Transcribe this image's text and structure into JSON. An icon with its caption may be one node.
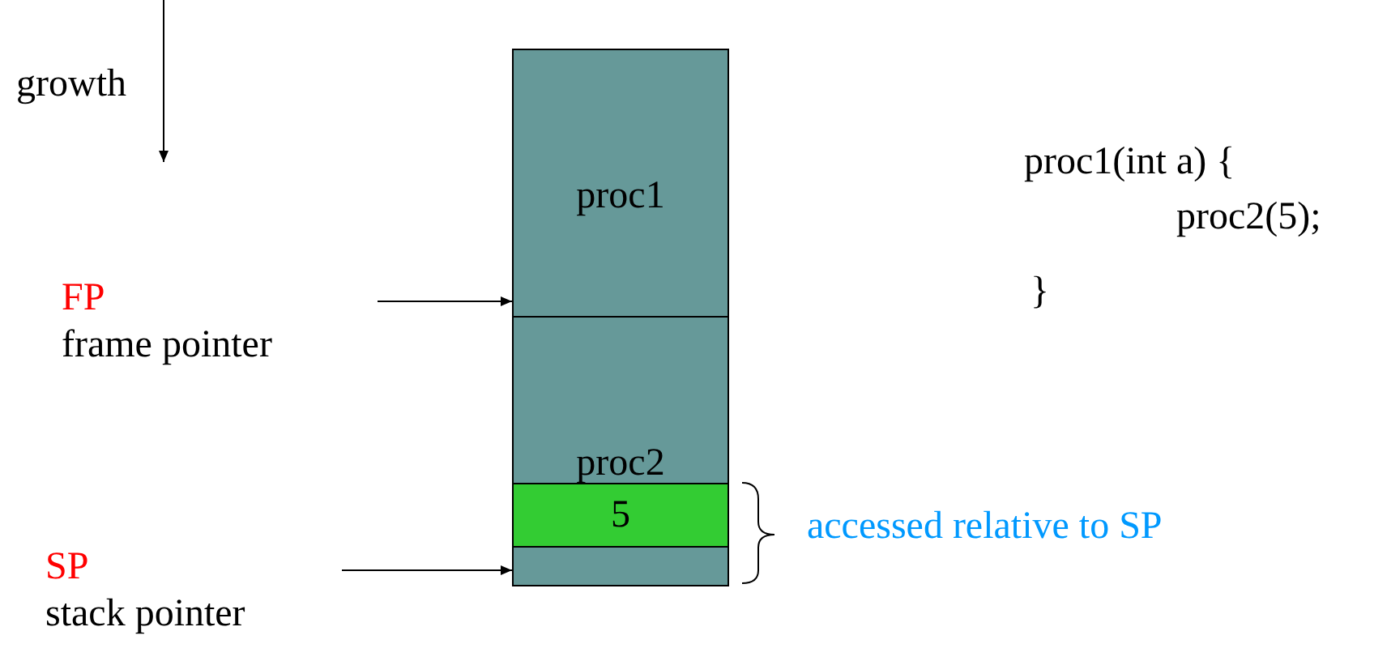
{
  "diagram": {
    "nodes": [
      {
        "text": [
          "proc1"
        ]
      },
      {
        "text": [
          "proc2"
        ]
      },
      {
        "text": [
          "5"
        ]
      },
      {
        "text": [],
        "shape": "box"
      },
      {
        "text": [
          "FP",
          "frame pointer"
        ]
      },
      {
        "text": [
          "SP",
          "stack pointer"
        ]
      }
    ],
    "edges": [
      {
        "from": 4,
        "to": 0,
        "arrow": "to"
      },
      {
        "from": 5,
        "to": 3,
        "arrow": "to"
      }
    ],
    "labels": [
      "growth",
      "proc1(int a) {",
      "proc2(5);",
      "}",
      "accessed relative to SP"
    ]
  }
}
